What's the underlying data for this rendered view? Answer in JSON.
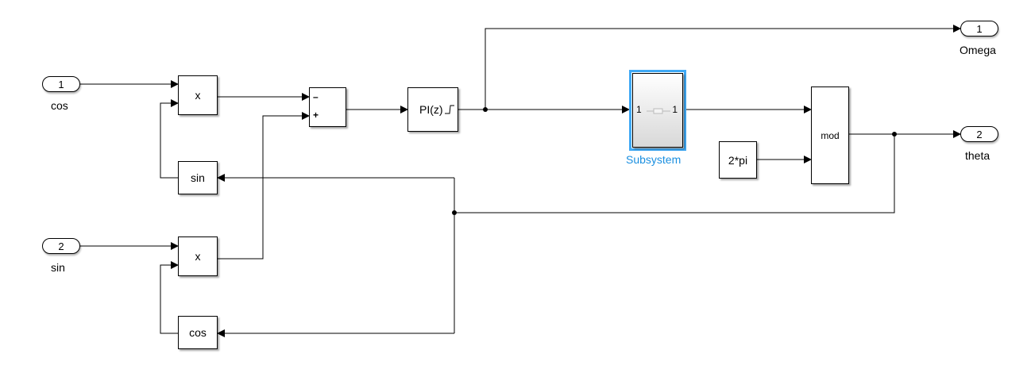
{
  "inports": [
    {
      "number": "1",
      "name": "cos"
    },
    {
      "number": "2",
      "name": "sin"
    }
  ],
  "outports": [
    {
      "number": "1",
      "name": "Omega"
    },
    {
      "number": "2",
      "name": "theta"
    }
  ],
  "blocks": {
    "product_top": "x",
    "product_bottom": "x",
    "sin_fn": "sin",
    "cos_fn": "cos",
    "sum_minus": "–",
    "sum_plus": "+",
    "pi_controller": "PI(z)",
    "subsystem": {
      "name": "Subsystem",
      "in_port": "1",
      "out_port": "1"
    },
    "constant": "2*pi",
    "mod": "mod"
  },
  "colors": {
    "line": "#000000",
    "selection": "#3fa9f5",
    "subsystem_label": "#1a8fe0"
  }
}
